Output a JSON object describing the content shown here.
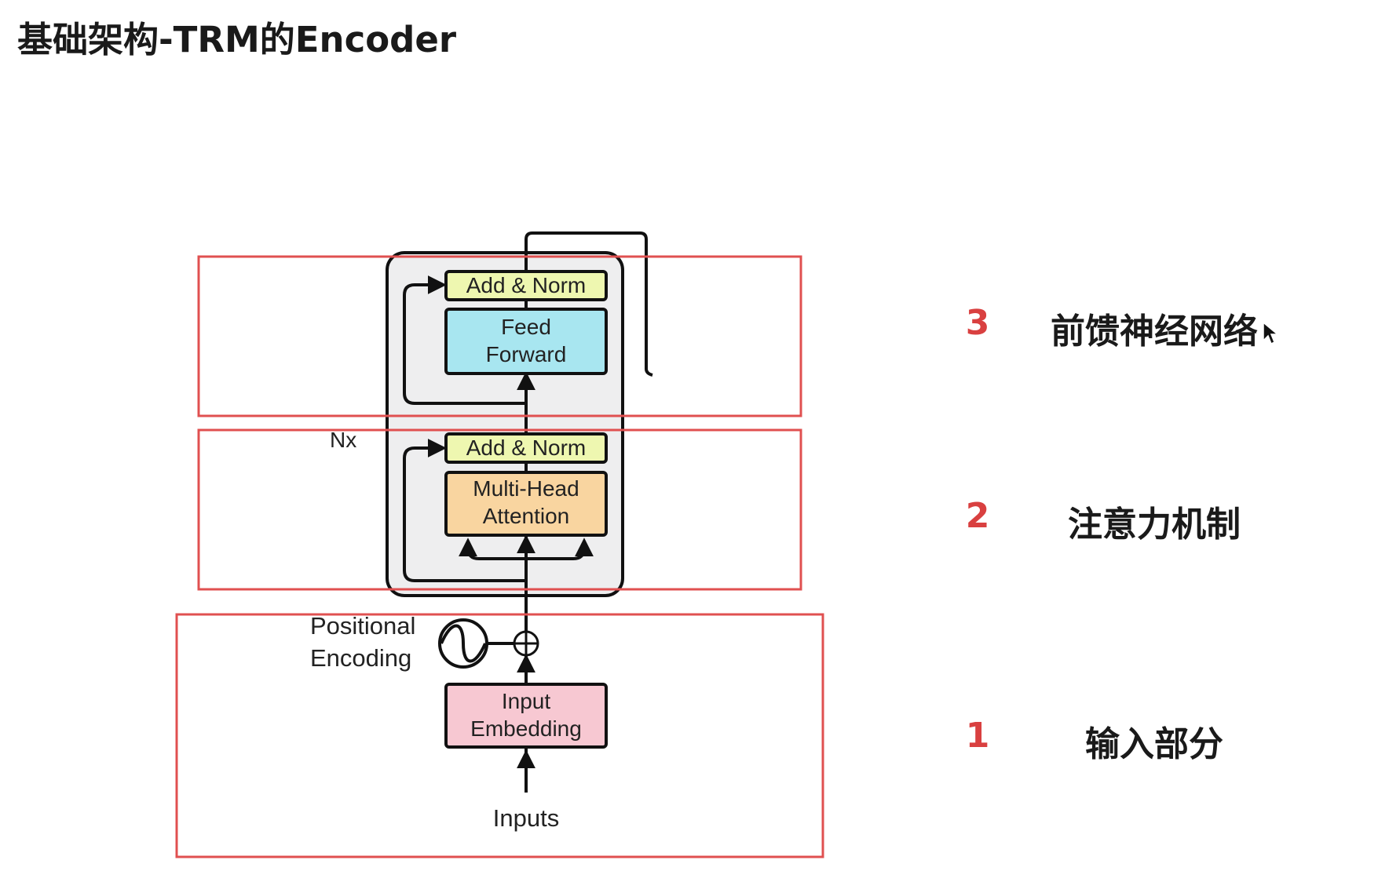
{
  "title": "基础架构-TRM的Encoder",
  "diagram": {
    "add_norm_top": "Add & Norm",
    "feed_forward_line1": "Feed",
    "feed_forward_line2": "Forward",
    "nx": "Nx",
    "add_norm_bottom": "Add & Norm",
    "mha_line1": "Multi-Head",
    "mha_line2": "Attention",
    "positional_line1": "Positional",
    "positional_line2": "Encoding",
    "input_embedding_line1": "Input",
    "input_embedding_line2": "Embedding",
    "inputs": "Inputs"
  },
  "sections": [
    {
      "number": "3",
      "label": "前馈神经网络"
    },
    {
      "number": "2",
      "label": "注意力机制"
    },
    {
      "number": "1",
      "label": "输入部分"
    }
  ],
  "colors": {
    "highlight_box": "#e05050",
    "add_norm": "#eef7b0",
    "feed_forward": "#a8e6f0",
    "attention": "#f9d5a0",
    "embedding": "#f7c8d2",
    "nx_block": "#eeeeef"
  }
}
